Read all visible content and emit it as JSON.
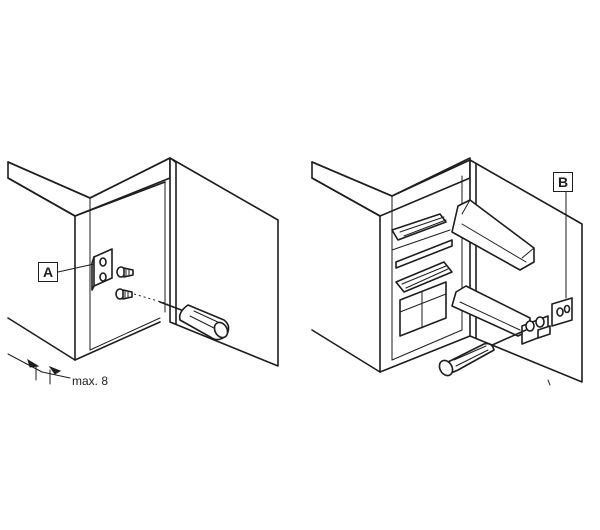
{
  "figure_left": {
    "callout": "A",
    "dimension_label": "max. 8"
  },
  "figure_right": {
    "callout": "B"
  },
  "line_color": "#1e1e1e",
  "background_color": "#ffffff"
}
